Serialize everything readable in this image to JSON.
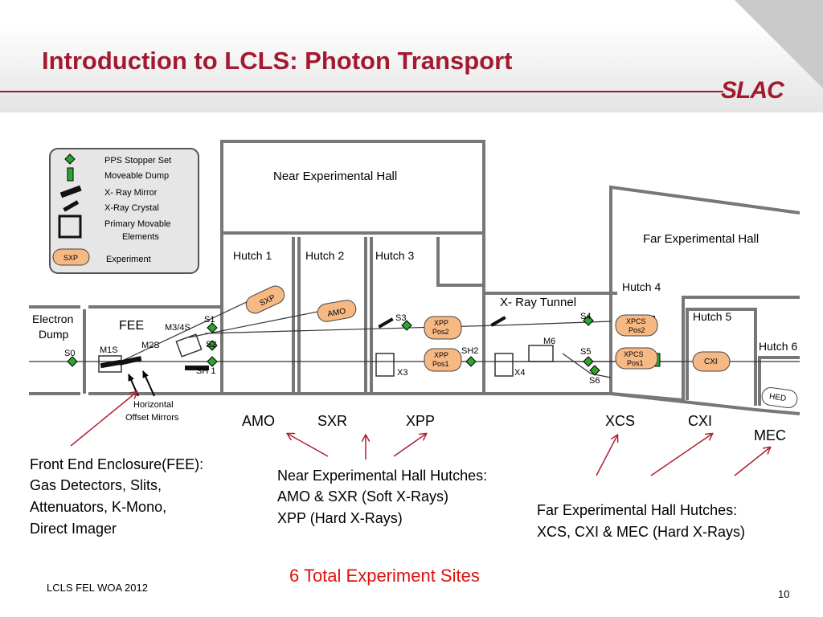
{
  "slide": {
    "title": "Introduction to LCLS: Photon Transport",
    "logo": "SLAC",
    "footer_left": "LCLS FEL WOA 2012",
    "page_number": "10",
    "accent_color": "#a31a2f"
  },
  "legend": {
    "stopper": "PPS Stopper Set",
    "dump": "Moveable Dump",
    "mirror": "X- Ray Mirror",
    "crystal": "X-Ray Crystal",
    "primary_1": "Primary Movable",
    "primary_2": "Elements",
    "sxp": "SXP",
    "experiment": "Experiment"
  },
  "halls": {
    "near": "Near Experimental Hall",
    "far": "Far Experimental Hall",
    "tunnel": "X- Ray Tunnel",
    "fee": "FEE",
    "dump_1": "Electron",
    "dump_2": "Dump"
  },
  "hutches": {
    "h1": "Hutch  1",
    "h2": "Hutch  2",
    "h3": "Hutch  3",
    "h4": "Hutch  4",
    "h5": "Hutch  5",
    "h6": "Hutch  6"
  },
  "components": {
    "s0": "S0",
    "s1": "S1",
    "s2": "S2",
    "s3": "S3",
    "s4": "S4",
    "s5": "S5",
    "s6": "S6",
    "m1s": "M1S",
    "m2s": "M2S",
    "m34s": "M3/4S",
    "m6": "M6",
    "sh1": "SH 1",
    "sh2": "SH2",
    "x3": "X3",
    "x4": "X4",
    "sxp": "SXP",
    "amo": "AMO",
    "xpp2_a": "XPP",
    "xpp2_b": "Pos2",
    "xpp1_a": "XPP",
    "xpp1_b": "Pos1",
    "xpcs2_a": "XPCS",
    "xpcs2_b": "Pos2",
    "xpcs1_a": "XPCS",
    "xpcs1_b": "Pos1",
    "cxi": "CXI",
    "hed": "HED",
    "hom_1": "Horizontal",
    "hom_2": "Offset Mirrors"
  },
  "labels": {
    "amo": "AMO",
    "sxr": "SXR",
    "xpp": "XPP",
    "xcs": "XCS",
    "cxi": "CXI",
    "mec": "MEC"
  },
  "notes": {
    "fee_1": "Front End Enclosure(FEE):",
    "fee_2": "Gas Detectors, Slits,",
    "fee_3": "Attenuators, K-Mono,",
    "fee_4": "Direct Imager",
    "near_1": "Near Experimental Hall Hutches:",
    "near_2": " AMO & SXR (Soft X-Rays)",
    "near_3": "XPP (Hard X-Rays)",
    "far_1": "Far Experimental Hall Hutches:",
    "far_2": "XCS, CXI & MEC (Hard X-Rays)",
    "total": "6 Total Experiment Sites"
  }
}
